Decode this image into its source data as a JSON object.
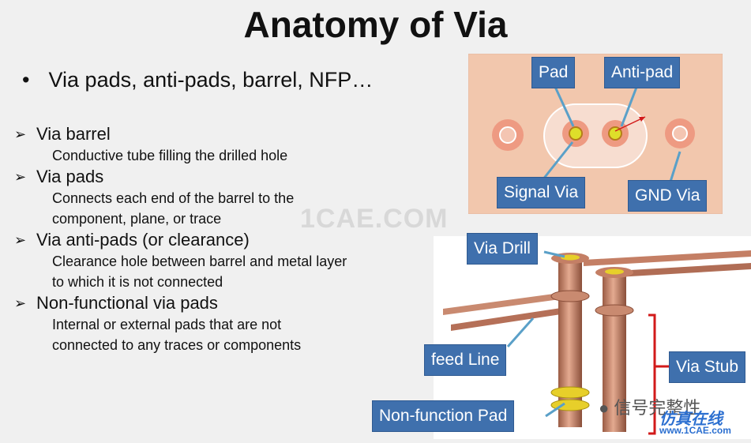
{
  "slide": {
    "title": "Anatomy of Via",
    "bullet": "Via pads, anti-pads, barrel, NFP…",
    "bullet_marker": "•",
    "arrow_marker": "➢",
    "items": [
      {
        "heading": "Via barrel",
        "desc": [
          "Conductive tube filling the drilled hole"
        ]
      },
      {
        "heading": "Via pads",
        "desc": [
          "Connects each end of the barrel to the",
          "component, plane, or trace"
        ]
      },
      {
        "heading": "Via anti-pads (or clearance)",
        "desc": [
          "Clearance hole between barrel and metal layer",
          "to which it is not connected"
        ]
      },
      {
        "heading": "Non-functional via pads",
        "desc": [
          "Internal or external pads that are not",
          "connected to any traces or components"
        ]
      }
    ]
  },
  "top_figure": {
    "labels": {
      "pad": "Pad",
      "anti_pad": "Anti-pad",
      "signal_via": "Signal Via",
      "gnd_via": "GND Via"
    }
  },
  "bottom_figure": {
    "labels": {
      "via_drill": "Via Drill",
      "feed_line": "feed Line",
      "via_stub": "Via Stub",
      "non_function_pad": "Non-function Pad"
    }
  },
  "watermark": "1CAE.COM",
  "wechat_text": "信号完整性",
  "logo_text": "仿真在线",
  "logo_url": "www.1CAE.com",
  "colors": {
    "callout": "#3f70ad",
    "board": "#f2c7ad",
    "copper": "#c9876a",
    "yellow": "#e7cf2a",
    "red_bracket": "#d21a1a"
  }
}
